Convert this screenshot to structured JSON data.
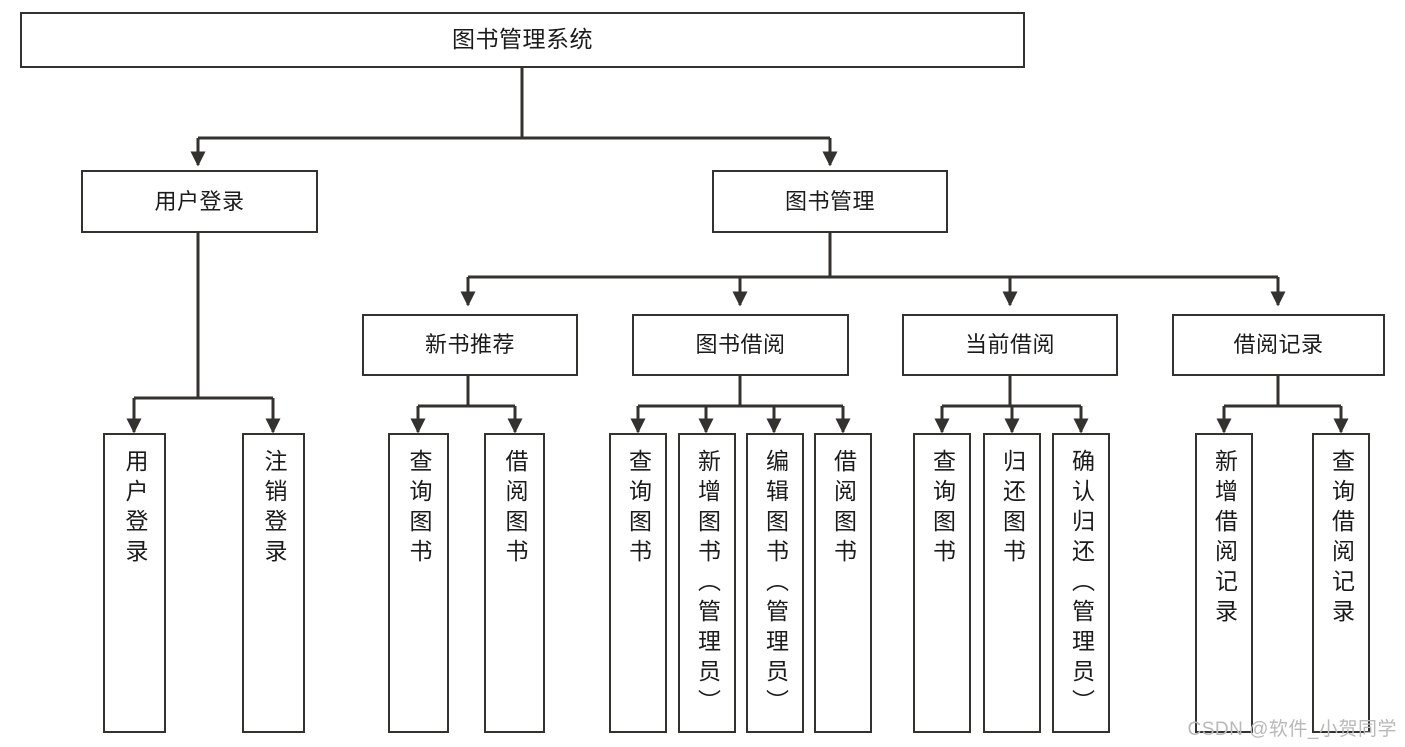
{
  "diagram": {
    "title": "图书管理系统",
    "type": "tree-hierarchy",
    "stroke_color": "#33322f",
    "text_color": "#1b1b1b",
    "background_color": "#ffffff",
    "watermark": "CSDN @软件_小贺同学",
    "levels": {
      "root": {
        "label": "图书管理系统"
      },
      "level2": [
        {
          "label": "用户登录"
        },
        {
          "label": "图书管理"
        }
      ],
      "level3": [
        {
          "label": "新书推荐"
        },
        {
          "label": "图书借阅"
        },
        {
          "label": "当前借阅"
        },
        {
          "label": "借阅记录"
        }
      ],
      "leaves": [
        {
          "label": "用户登录"
        },
        {
          "label": "注销登录"
        },
        {
          "label": "查询图书"
        },
        {
          "label": "借阅图书"
        },
        {
          "label": "查询图书"
        },
        {
          "label": "新增图书（管理员）"
        },
        {
          "label": "编辑图书（管理员）"
        },
        {
          "label": "借阅图书"
        },
        {
          "label": "查询图书"
        },
        {
          "label": "归还图书"
        },
        {
          "label": "确认归还（管理员）"
        },
        {
          "label": "新增借阅记录"
        },
        {
          "label": "查询借阅记录"
        }
      ]
    }
  }
}
